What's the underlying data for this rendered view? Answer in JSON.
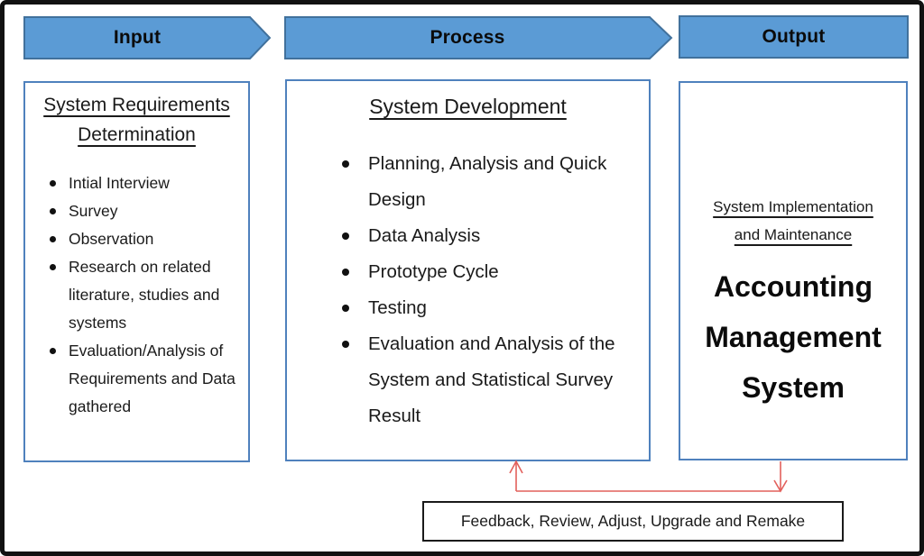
{
  "colors": {
    "shape_fill": "#5B9BD5",
    "shape_border": "#41719C",
    "box_border": "#4F81BD",
    "connector_red": "#E2605C",
    "frame_black": "#111111",
    "text": "#1A1A1A"
  },
  "headers": {
    "input": "Input",
    "process": "Process",
    "output": "Output"
  },
  "input_box": {
    "title_lines": [
      "System Requirements",
      "Determination"
    ],
    "items": [
      "Intial Interview",
      "Survey",
      "Observation",
      "Research on related literature, studies and systems",
      "Evaluation/Analysis of Requirements and Data gathered"
    ]
  },
  "process_box": {
    "title": "System Development",
    "items": [
      "Planning, Analysis and Quick Design",
      "Data Analysis",
      "Prototype Cycle",
      "Testing",
      "Evaluation and Analysis of the System and Statistical Survey Result"
    ]
  },
  "output_box": {
    "subtitle_lines": [
      "System Implementation",
      "and Maintenance"
    ],
    "title_lines": [
      "Accounting",
      "Management",
      "System"
    ]
  },
  "feedback_box": {
    "label": "Feedback, Review, Adjust, Upgrade and Remake"
  }
}
